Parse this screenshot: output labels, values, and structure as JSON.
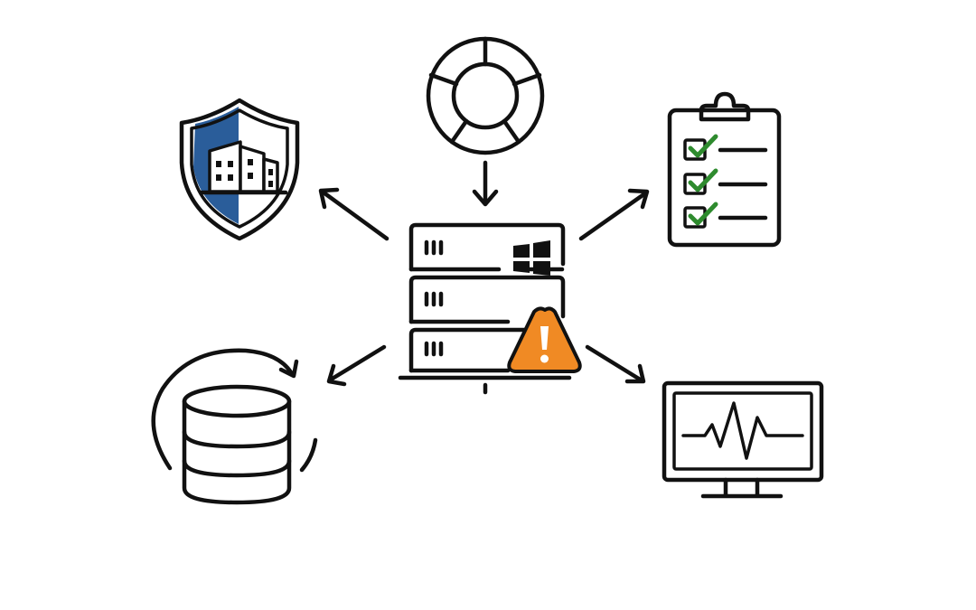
{
  "colors": {
    "ink": "#111111",
    "background": "#ffffff",
    "shield_fill": "#2a5d9a",
    "warning_fill": "#f08a24",
    "check_green": "#2e8b2e"
  },
  "nodes": {
    "center": {
      "icon": "server-rack-icon",
      "badges": [
        "windows-logo-icon",
        "warning-triangle-icon"
      ]
    },
    "top": {
      "icon": "donut-chart-icon"
    },
    "top_left": {
      "icon": "security-shield-building-icon"
    },
    "top_right": {
      "icon": "checklist-clipboard-icon"
    },
    "bottom_left": {
      "icon": "database-backup-icon"
    },
    "bottom_right": {
      "icon": "monitor-heartbeat-icon"
    }
  },
  "edges": [
    {
      "from": "top",
      "to": "center"
    },
    {
      "from": "center",
      "to": "top_left"
    },
    {
      "from": "center",
      "to": "top_right"
    },
    {
      "from": "center",
      "to": "bottom_left"
    },
    {
      "from": "center",
      "to": "bottom_right"
    }
  ]
}
